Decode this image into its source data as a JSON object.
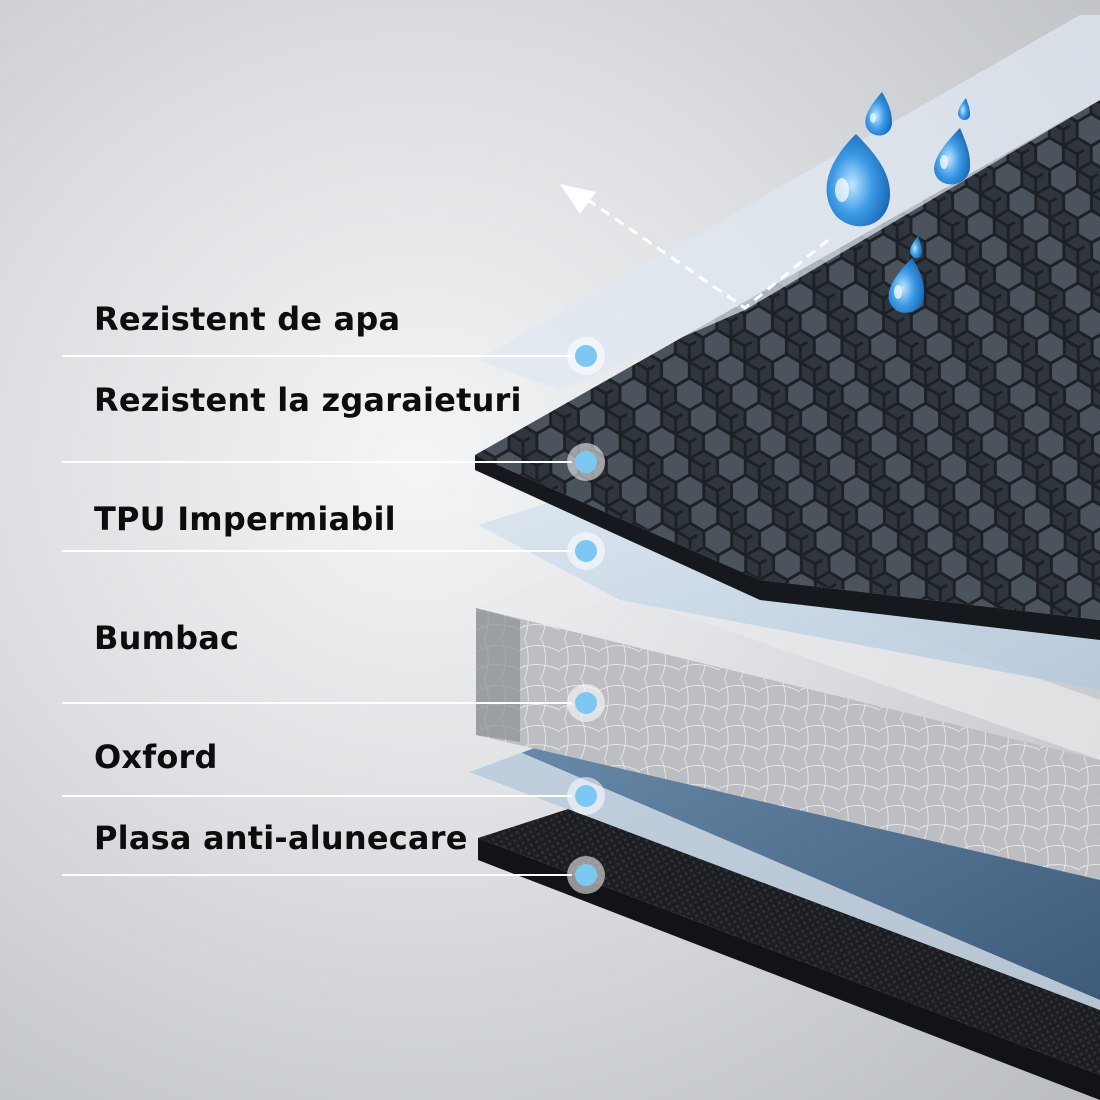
{
  "layers": [
    {
      "label": "Rezistent de apa"
    },
    {
      "label": "Rezistent la zgaraieturi"
    },
    {
      "label": "TPU Impermiabil"
    },
    {
      "label": "Bumbac"
    },
    {
      "label": "Oxford"
    },
    {
      "label": "Plasa anti-alunecare"
    }
  ],
  "colors": {
    "marker_fill": "#7cc8f2",
    "leader_line": "#ffffff",
    "label_text": "#0d0d0d",
    "water_drop": "#2a86d6",
    "hex_fabric": "#2c3238",
    "cotton": "#b9babd",
    "oxford": "#4c6c8e",
    "mesh": "#1b1d20"
  },
  "icons": [
    "water-drop-icon",
    "evaporation-arrow-icon"
  ]
}
